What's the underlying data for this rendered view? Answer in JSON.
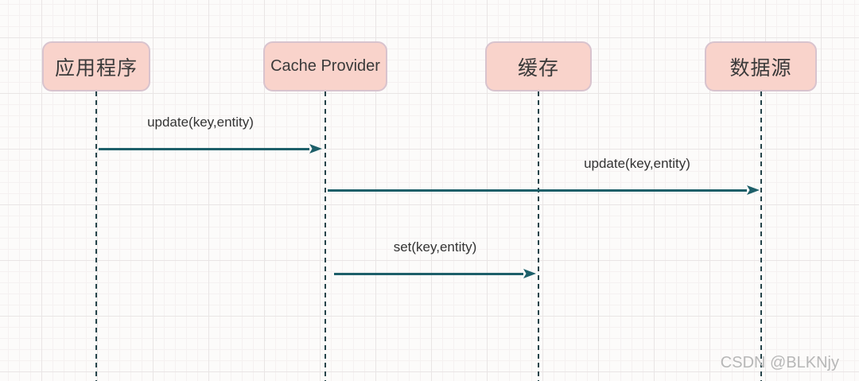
{
  "diagram": {
    "type": "sequence-diagram",
    "actors": [
      {
        "label": "应用程序"
      },
      {
        "label": "Cache Provider"
      },
      {
        "label": "缓存"
      },
      {
        "label": "数据源"
      }
    ],
    "messages": [
      {
        "label": "update(key,entity)",
        "from": "应用程序",
        "to": "Cache Provider"
      },
      {
        "label": "update(key,entity)",
        "from": "Cache Provider",
        "to": "数据源"
      },
      {
        "label": "set(key,entity)",
        "from": "Cache Provider",
        "to": "缓存"
      }
    ],
    "colors": {
      "actor_fill": "#f9d3cb",
      "actor_border": "#d8c3ce",
      "arrow": "#1d5f69",
      "lifeline": "#25444a",
      "label_text": "#333333",
      "watermark": "#b7b7b7"
    }
  },
  "watermark": {
    "text": "CSDN @BLKNjy"
  }
}
